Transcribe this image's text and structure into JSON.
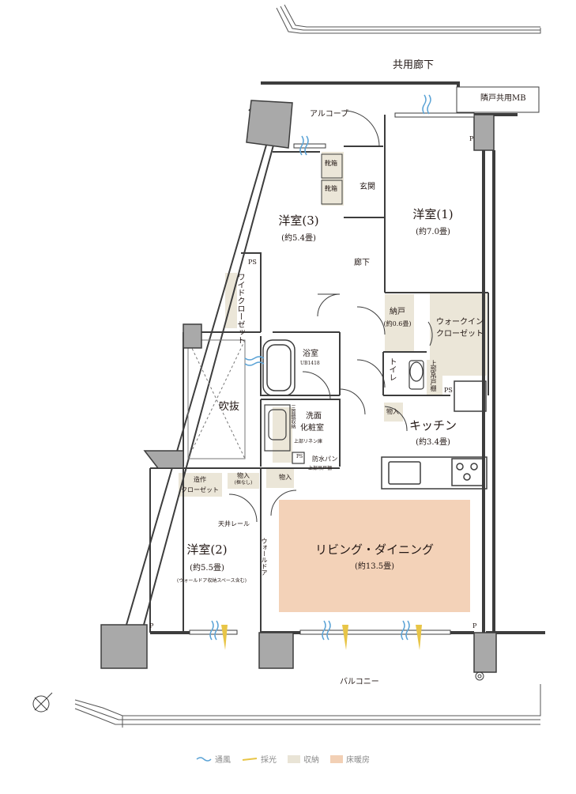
{
  "rooms": {
    "western3_name": "洋室(3)",
    "western3_size": "(約5.4畳)",
    "western1_name": "洋室(1)",
    "western1_size": "(約7.0畳)",
    "western2_name": "洋室(2)",
    "western2_size": "(約5.5畳)",
    "western2_note": "(ウォールドア収納スペース含む)",
    "living_name": "リビング・ダイニング",
    "living_size": "(約13.5畳)",
    "kitchen_name": "キッチン",
    "kitchen_size": "(約3.4畳)",
    "storage_name": "納戸",
    "storage_size": "(約0.6畳)",
    "walkin_line1": "ウォークイン",
    "walkin_line2": "クローゼット",
    "bath_name": "浴室",
    "bath_code": "UB1418",
    "washroom_line1": "洗面",
    "washroom_line2": "化粧室",
    "toilet": "トイレ",
    "hall": "廊下",
    "entrance": "玄関",
    "alcove": "アルコーブ",
    "corridor": "共用廊下",
    "neighbor_mb": "隣戸共用MB",
    "balcony": "バルコニー",
    "void": "吹抜"
  },
  "labels": {
    "shoe1": "靴箱",
    "shoe2": "靴箱",
    "ps": "PS",
    "wide_closet": "ワイドクローゼット",
    "mono_in": "物入",
    "mono_in2": "物入",
    "mono_in3": "物入",
    "mono_frameless": "物入",
    "frameless": "(框なし)",
    "built_in_closet1": "造作",
    "built_in_closet2": "クローゼット",
    "ceiling_rail": "天井レール",
    "wall_door": "ウォールドア",
    "waterproof_pan1": "防水パン",
    "waterproof_pan2": "上部吊戸棚",
    "upper_linen": "上部リネン庫",
    "vertical_storage": "三面鏡収納",
    "upper_cabinet": "上部吊戸棚",
    "p_mark": "P"
  },
  "legend": [
    {
      "label": "通風",
      "color": "#5ba3d6",
      "icon": "wind-icon"
    },
    {
      "label": "採光",
      "color": "#e8c547",
      "icon": "light-icon"
    },
    {
      "label": "収納",
      "color": "#e9e4d6",
      "icon": "storage-swatch"
    },
    {
      "label": "床暖房",
      "color": "#f2d0b5",
      "icon": "floor-heating-swatch"
    }
  ],
  "colors": {
    "wall": "#3d3d3d",
    "column": "#a9a9a9",
    "storage": "#ebe6d8",
    "heating": "#f3d2b8"
  }
}
